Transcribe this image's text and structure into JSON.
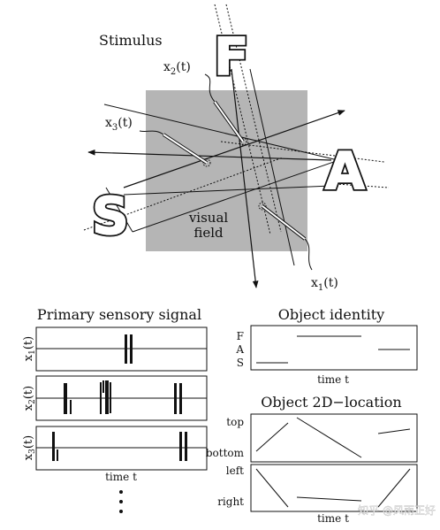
{
  "stimulus": {
    "title": "Stimulus",
    "letters": {
      "f": "F",
      "a": "A",
      "s": "S"
    },
    "visual_field_line1": "visual",
    "visual_field_line2": "field",
    "x1_label": "x",
    "x1_sub": "1",
    "x1_suffix": "(t)",
    "x2_label": "x",
    "x2_sub": "2",
    "x2_suffix": "(t)",
    "x3_label": "x",
    "x3_sub": "3",
    "x3_suffix": "(t)"
  },
  "primary": {
    "title": "Primary sensory signal",
    "rows": [
      {
        "prefix": "x",
        "sub": "1",
        "suffix": "(t)"
      },
      {
        "prefix": "x",
        "sub": "2",
        "suffix": "(t)"
      },
      {
        "prefix": "x",
        "sub": "3",
        "suffix": "(t)"
      }
    ],
    "xlabel": "time t",
    "ellipsis": "⋮"
  },
  "identity": {
    "title": "Object identity",
    "yticks": [
      "F",
      "A",
      "S"
    ],
    "xlabel": "time t"
  },
  "location": {
    "title": "Object 2D−location",
    "top_panel": {
      "ytop": "top",
      "ybottom": "bottom"
    },
    "bottom_panel": {
      "ytop": "left",
      "ybottom": "right"
    },
    "xlabel": "time t"
  },
  "watermark": "知乎 @风雨正好",
  "colors": {
    "visual_field": "#b5b5b5",
    "ink": "#111111"
  }
}
